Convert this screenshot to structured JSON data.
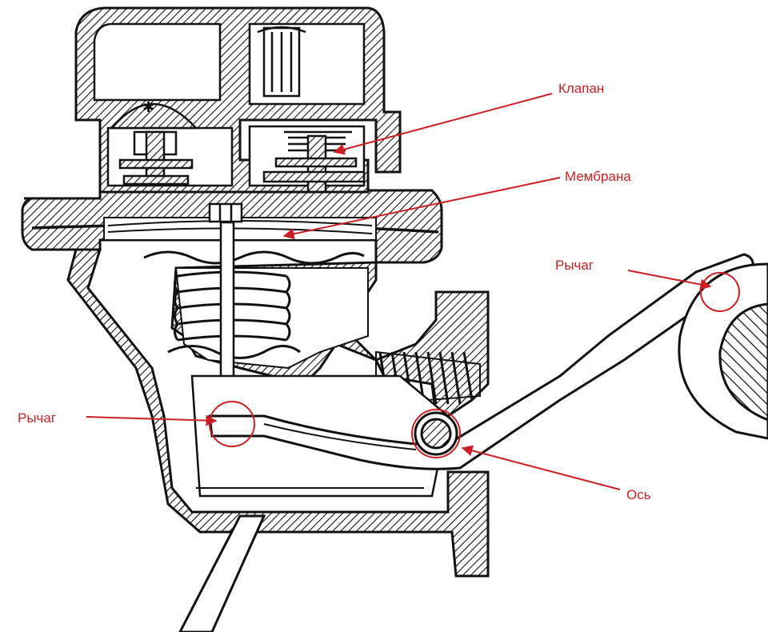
{
  "diagram": {
    "subject": "mechanical fuel pump cross-section",
    "annotation_color": "#cc1f24",
    "line_color": "#111111",
    "labels": {
      "valve": "Клапан",
      "membrane": "Мембрана",
      "lever_right": "Рычаг",
      "lever_left": "Рычаг",
      "axis": "Ось"
    }
  }
}
